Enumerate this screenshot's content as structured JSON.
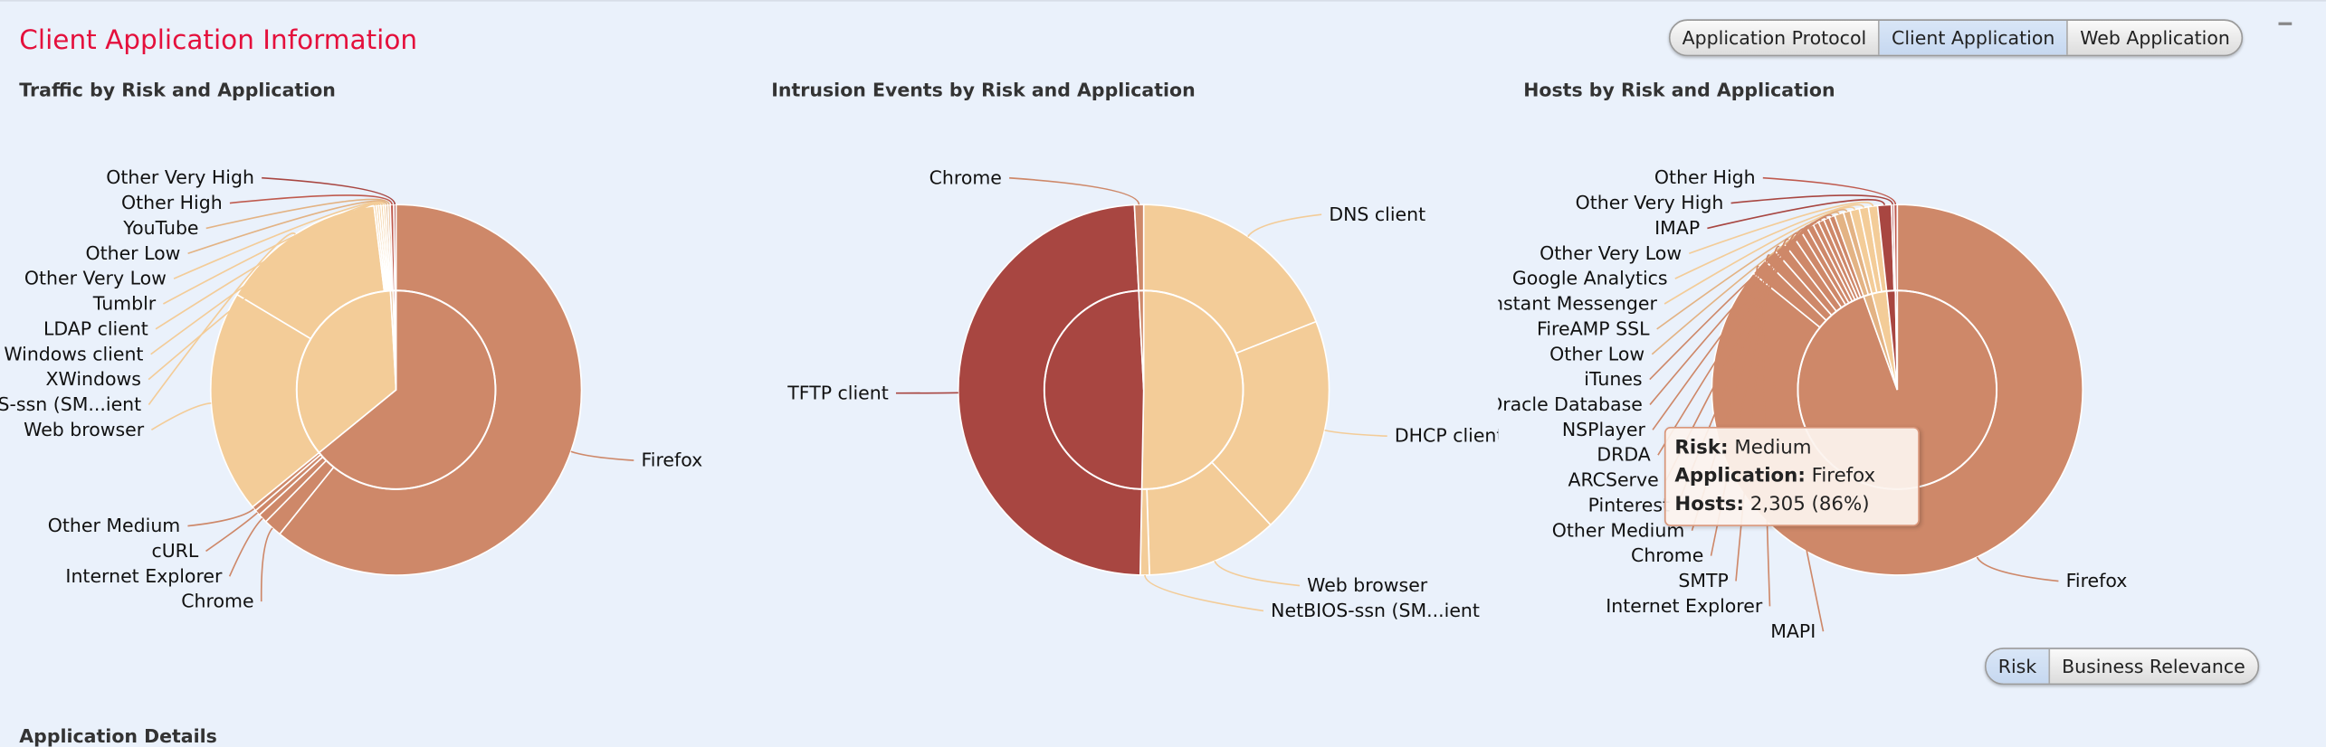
{
  "page_title": "Client Application Information",
  "tabs": [
    {
      "label": "Application Protocol",
      "active": false
    },
    {
      "label": "Client Application",
      "active": true
    },
    {
      "label": "Web Application",
      "active": false
    }
  ],
  "mode_toggle": [
    {
      "label": "Risk",
      "active": true
    },
    {
      "label": "Business Relevance",
      "active": false
    }
  ],
  "section_below": "Application Details",
  "risk_colors": {
    "Very High": "#a84641",
    "High": "#bf5a4e",
    "Medium": "#ce8869",
    "Low": "#e3b384",
    "Very Low": "#f3cc98"
  },
  "tooltip": {
    "risk_label": "Risk:",
    "risk": "Medium",
    "app_label": "Application:",
    "app": "Firefox",
    "hosts_label": "Hosts:",
    "hosts": "2,305 (86%)"
  },
  "chart_data": [
    {
      "type": "pie",
      "title": "Traffic by Risk and Application",
      "unit": "percent",
      "slices": [
        {
          "name": "Firefox",
          "risk": "Medium",
          "value": 60.8
        },
        {
          "name": "Chrome",
          "risk": "Medium",
          "value": 1.6
        },
        {
          "name": "Internet Explorer",
          "risk": "Medium",
          "value": 0.8
        },
        {
          "name": "cURL",
          "risk": "Medium",
          "value": 0.5
        },
        {
          "name": "Other Medium",
          "risk": "Medium",
          "value": 0.4
        },
        {
          "name": "Web browser",
          "risk": "Very Low",
          "value": 19.5
        },
        {
          "name": "NetBIOS-ssn (SM...ient",
          "risk": "Very Low",
          "value": 14.5
        },
        {
          "name": "XWindows",
          "risk": "Very Low",
          "value": 0.2
        },
        {
          "name": "Windows client",
          "risk": "Very Low",
          "value": 0.2
        },
        {
          "name": "LDAP client",
          "risk": "Very Low",
          "value": 0.2
        },
        {
          "name": "Tumblr",
          "risk": "Very Low",
          "value": 0.2
        },
        {
          "name": "Other Very Low",
          "risk": "Very Low",
          "value": 0.2
        },
        {
          "name": "Other Low",
          "risk": "Low",
          "value": 0.2
        },
        {
          "name": "YouTube",
          "risk": "Low",
          "value": 0.2
        },
        {
          "name": "Other High",
          "risk": "High",
          "value": 0.3
        },
        {
          "name": "Other Very High",
          "risk": "Very High",
          "value": 0.2
        }
      ]
    },
    {
      "type": "pie",
      "title": "Intrusion Events by Risk and Application",
      "unit": "percent",
      "slices": [
        {
          "name": "DNS client",
          "risk": "Very Low",
          "value": 19.0
        },
        {
          "name": "DHCP client",
          "risk": "Very Low",
          "value": 19.0
        },
        {
          "name": "Web browser",
          "risk": "Very Low",
          "value": 11.5
        },
        {
          "name": "NetBIOS-ssn (SM...ient",
          "risk": "Very Low",
          "value": 0.8
        },
        {
          "name": "TFTP client",
          "risk": "Very High",
          "value": 48.9
        },
        {
          "name": "Chrome",
          "risk": "Medium",
          "value": 0.8
        }
      ]
    },
    {
      "type": "pie",
      "title": "Hosts by Risk and Application",
      "unit": "percent",
      "slices": [
        {
          "name": "Firefox",
          "risk": "Medium",
          "value": 86.0
        },
        {
          "name": "MAPI",
          "risk": "Medium",
          "value": 1.5
        },
        {
          "name": "Internet Explorer",
          "risk": "Medium",
          "value": 1.2
        },
        {
          "name": "SMTP",
          "risk": "Medium",
          "value": 1.0
        },
        {
          "name": "Chrome",
          "risk": "Medium",
          "value": 1.0
        },
        {
          "name": "Other Medium",
          "risk": "Medium",
          "value": 0.8
        },
        {
          "name": "Pinterest",
          "risk": "Medium",
          "value": 0.6
        },
        {
          "name": "ARCServe",
          "risk": "Medium",
          "value": 0.6
        },
        {
          "name": "DRDA",
          "risk": "Medium",
          "value": 0.5
        },
        {
          "name": "NSPlayer",
          "risk": "Medium",
          "value": 0.5
        },
        {
          "name": "Oracle Database",
          "risk": "Medium",
          "value": 0.5
        },
        {
          "name": "iTunes",
          "risk": "Medium",
          "value": 0.5
        },
        {
          "name": "Other Low",
          "risk": "Low",
          "value": 0.8
        },
        {
          "name": "FireAMP SSL",
          "risk": "Low",
          "value": 0.6
        },
        {
          "name": "Instant Messenger",
          "risk": "Very Low",
          "value": 0.8
        },
        {
          "name": "Google Analytics",
          "risk": "Very Low",
          "value": 0.8
        },
        {
          "name": "Other Very Low",
          "risk": "Very Low",
          "value": 0.8
        },
        {
          "name": "IMAP",
          "risk": "Very High",
          "value": 1.2
        },
        {
          "name": "Other Very High",
          "risk": "Very High",
          "value": 0.2
        },
        {
          "name": "Other High",
          "risk": "High",
          "value": 0.3
        }
      ]
    }
  ]
}
